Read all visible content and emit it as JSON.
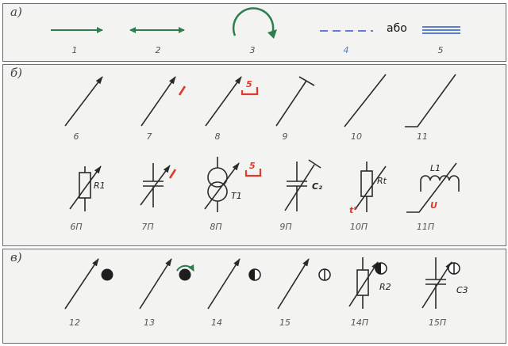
{
  "sections": {
    "a": {
      "label": "а)",
      "items": [
        "1",
        "2",
        "3",
        "4",
        "5"
      ],
      "or_text": "або"
    },
    "b": {
      "label": "б)",
      "row1": [
        "6",
        "7",
        "8",
        "9",
        "10",
        "11"
      ],
      "row2": [
        "6П",
        "7П",
        "8П",
        "9П",
        "10П",
        "11П"
      ],
      "marks": {
        "step": "5",
        "r1": "R1",
        "t1": "T1",
        "c2": "C₂",
        "rt": "Rt",
        "temp": "t°",
        "l1": "L1",
        "u": "U"
      }
    },
    "c": {
      "label": "в)",
      "items": [
        "12",
        "13",
        "14",
        "15",
        "14П",
        "15П"
      ],
      "marks": {
        "r2": "R2",
        "c3": "C3"
      }
    }
  },
  "colors": {
    "green": "#2e7d4f",
    "blue": "#5b7fd4",
    "red": "#e23a2a",
    "ink": "#2b2b2b"
  }
}
